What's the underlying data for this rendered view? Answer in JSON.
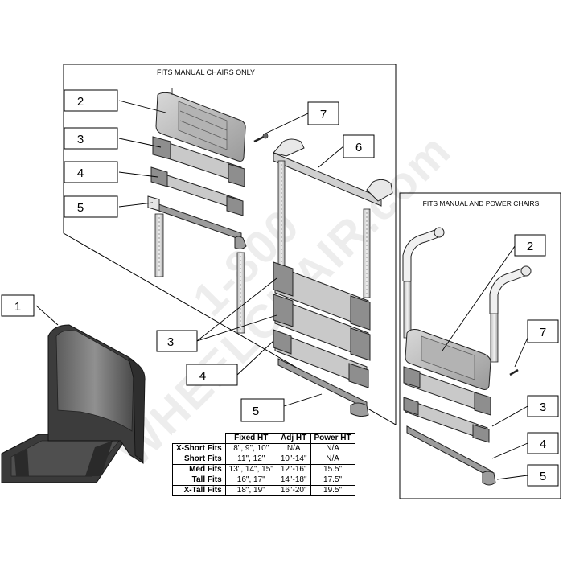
{
  "diagram": {
    "manual_box_title": "FITS MANUAL CHAIRS ONLY",
    "power_box_title": "FITS MANUAL AND POWER CHAIRS",
    "callouts": {
      "c1": "1",
      "c2a": "2",
      "c3a": "3",
      "c4a": "4",
      "c5a": "5",
      "c7a": "7",
      "c6": "6",
      "c3b": "3",
      "c4b": "4",
      "c5b": "5",
      "c2c": "2",
      "c7c": "7",
      "c3c": "3",
      "c4c": "4",
      "c5c": "5"
    }
  },
  "watermark": {
    "line1": "1-800",
    "line2": "WHEELCHAIR.com"
  },
  "fits_table": {
    "headers": [
      "",
      "Fixed HT",
      "Adj HT",
      "Power HT"
    ],
    "rows": [
      {
        "label": "X-Short Fits",
        "fixed": "8\", 9\", 10\"",
        "adj": "N/A",
        "power": "N/A"
      },
      {
        "label": "Short Fits",
        "fixed": "11\", 12\"",
        "adj": "10\"-14\"",
        "power": "N/A"
      },
      {
        "label": "Med Fits",
        "fixed": "13\", 14\", 15\"",
        "adj": "12\"-16\"",
        "power": "15.5\""
      },
      {
        "label": "Tall Fits",
        "fixed": "16\", 17\"",
        "adj": "14\"-18\"",
        "power": "17.5\""
      },
      {
        "label": "X-Tall Fits",
        "fixed": "18\", 19\"",
        "adj": "16\"-20\"",
        "power": "19.5\""
      }
    ]
  }
}
